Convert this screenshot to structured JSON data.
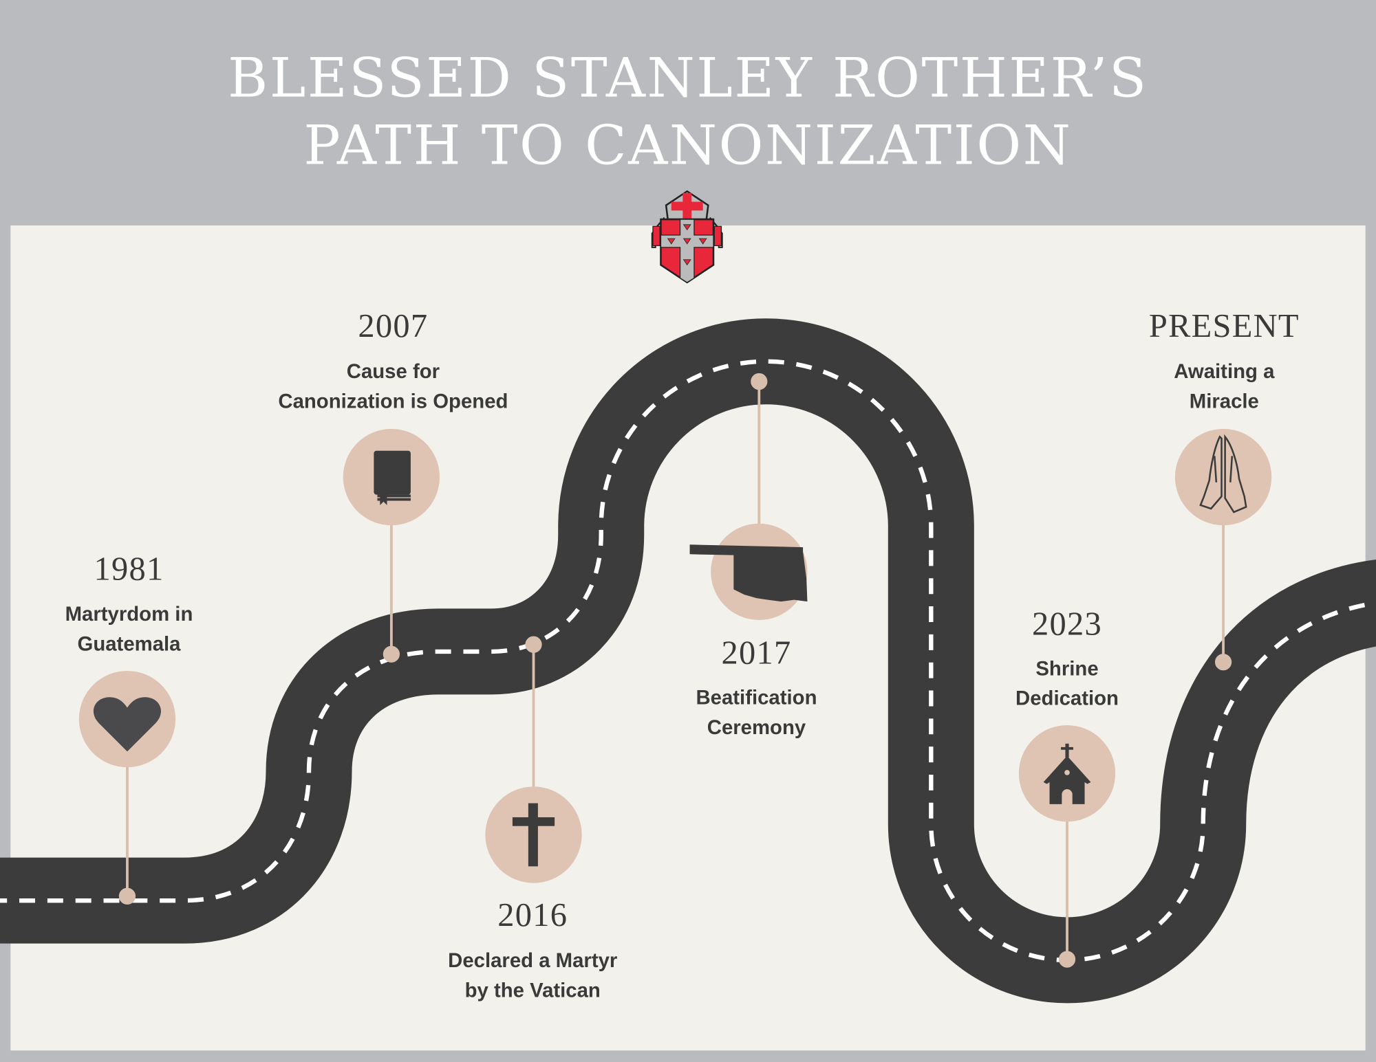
{
  "header": {
    "title_line1": "BLESSED STANLEY ROTHER’S",
    "title_line2": "PATH TO CANONIZATION",
    "crest_icon": "diocesan-coat-of-arms"
  },
  "colors": {
    "header_bg": "#babbbf",
    "panel_bg": "#f2f1ec",
    "road": "#3c3c3c",
    "marker": "#dfc4b3",
    "text": "#3a3a3a",
    "crest_red": "#e8283a"
  },
  "events": [
    {
      "year": "1981",
      "line1": "Martyrdom in",
      "line2": "Guatemala",
      "icon": "heart-icon"
    },
    {
      "year": "2007",
      "line1": "Cause for",
      "line2": "Canonization is Opened",
      "icon": "book-icon"
    },
    {
      "year": "2016",
      "line1": "Declared a Martyr",
      "line2": "by the Vatican",
      "icon": "cross-icon"
    },
    {
      "year": "2017",
      "line1": "Beatification",
      "line2": "Ceremony",
      "icon": "oklahoma-state-icon"
    },
    {
      "year": "2023",
      "line1": "Shrine",
      "line2": "Dedication",
      "icon": "church-icon"
    },
    {
      "year": "PRESENT",
      "line1": "Awaiting a",
      "line2": "Miracle",
      "icon": "praying-hands-icon"
    }
  ]
}
